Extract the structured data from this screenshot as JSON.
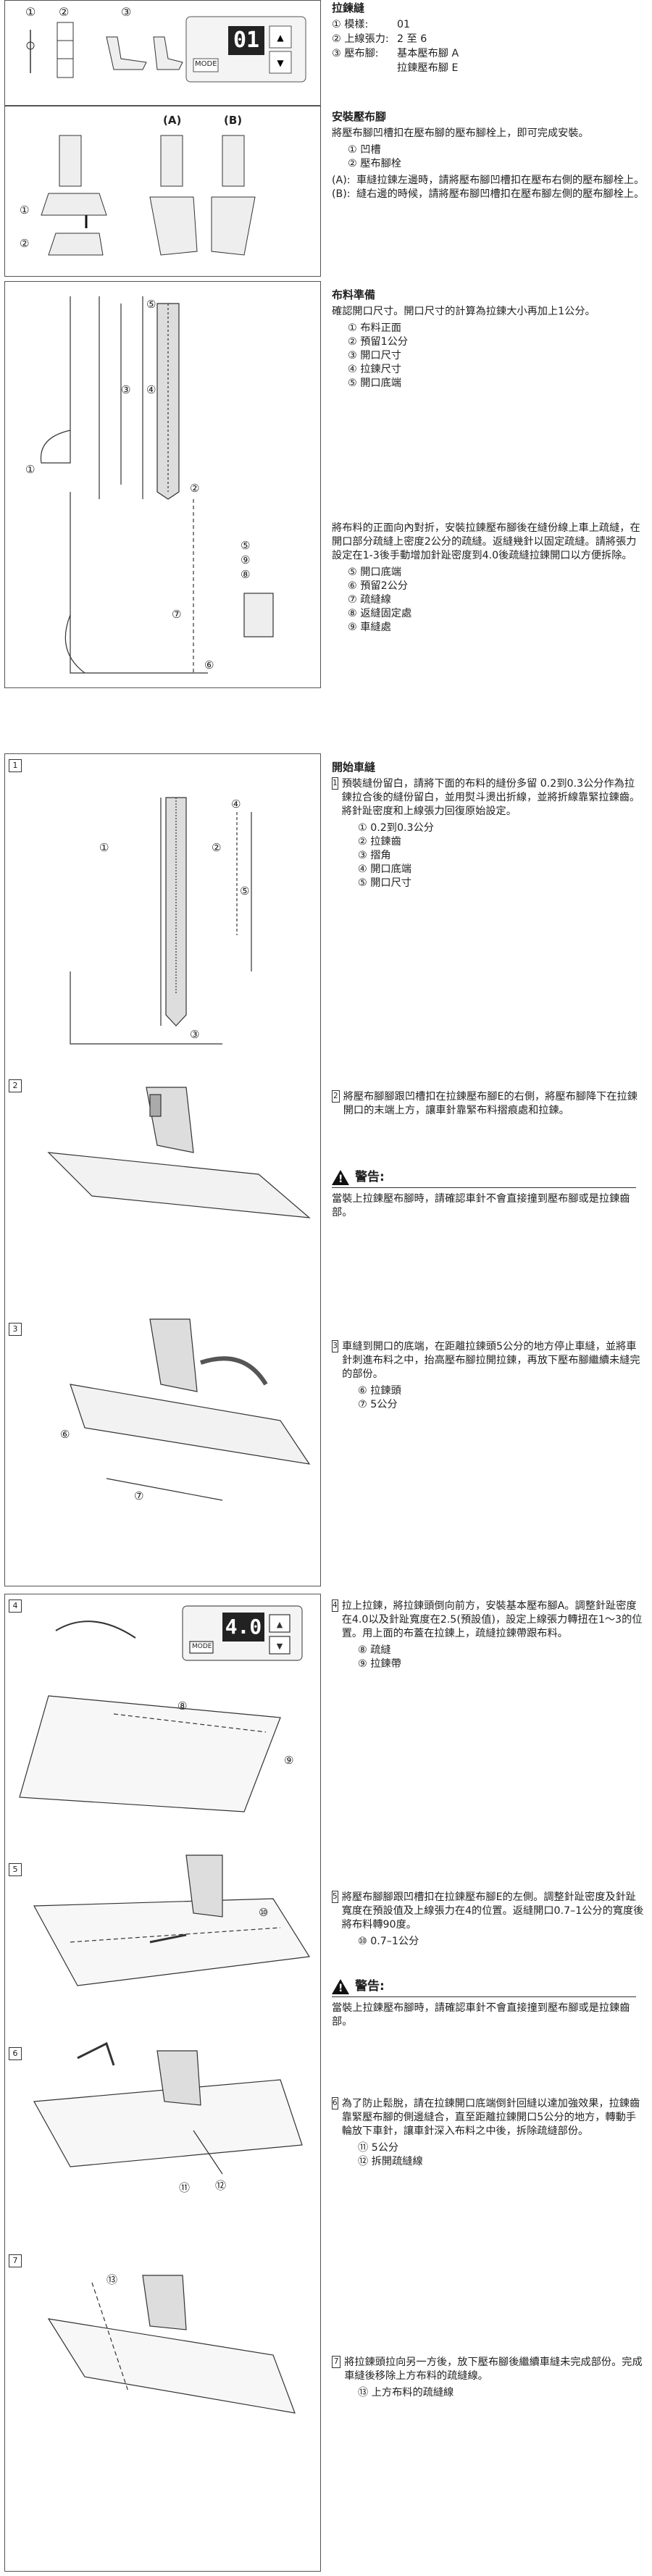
{
  "section": {
    "title": "拉鍊縫",
    "settings": [
      {
        "key": "① 模樣:",
        "value": "01"
      },
      {
        "key": "② 上線張力:",
        "value": "2 至 6"
      },
      {
        "key": "③ 壓布腳:",
        "value": "基本壓布腳 A"
      },
      {
        "key": "",
        "value": "拉鍊壓布腳 E"
      }
    ],
    "display_value": "01",
    "mode_label": "MODE"
  },
  "attach": {
    "title": "安裝壓布腳",
    "body": "將壓布腳凹槽扣在壓布腳的壓布腳栓上，即可完成安裝。",
    "items": [
      "① 凹槽",
      "② 壓布腳栓"
    ],
    "notes": [
      {
        "label": "(A):",
        "text": "車縫拉鍊左邊時，請將壓布腳凹槽扣在壓布右側的壓布腳栓上。"
      },
      {
        "label": "(B):",
        "text": "縫右邊的時候，請將壓布腳凹槽扣在壓布腳左側的壓布腳栓上。"
      }
    ],
    "fig_labels": [
      "(A)",
      "(B)"
    ]
  },
  "prep": {
    "title": "布料準備",
    "body": "確認開口尺寸。開口尺寸的計算為拉鍊大小再加上1公分。",
    "items": [
      "① 布料正面",
      "② 預留1公分",
      "③ 開口尺寸",
      "④ 拉鍊尺寸",
      "⑤ 開口底端"
    ],
    "body2": "將布料的正面向內對折，安裝拉鍊壓布腳後在縫份線上車上疏縫，在開口部分疏縫上密度2公分的疏縫。返縫幾針以固定疏縫。請將張力設定在1-3後手動增加針趾密度到4.0後疏縫拉鍊開口以方便拆除。",
    "items2": [
      "⑤ 開口底端",
      "⑥ 預留2公分",
      "⑦ 疏縫線",
      "⑧ 返縫固定處",
      "⑨ 車縫處"
    ]
  },
  "start": {
    "title": "開始車縫",
    "step1": "預裝縫份留白，請將下面的布料的縫份多留 0.2到0.3公分作為拉鍊拉合後的縫份留白，並用熨斗燙出折線，並將折線靠緊拉鍊齒。將針趾密度和上線張力回復原始設定。",
    "step1_items": [
      "① 0.2到0.3公分",
      "② 拉鍊齒",
      "③ 摺角",
      "④ 開口底端",
      "⑤ 開口尺寸"
    ],
    "step2": "將壓布腳腳跟凹槽扣在拉鍊壓布腳E的右側，將壓布腳降下在拉鍊開口的末端上方，讓車針靠緊布料摺痕處和拉鍊。",
    "warning_title": "警告:",
    "warning_text": "當裝上拉鍊壓布腳時，請確認車針不會直接撞到壓布腳或是拉鍊齒部。",
    "step3": "車縫到開口的底端，在距離拉鍊頭5公分的地方停止車縫，並將車針刺進布料之中，抬高壓布腳拉開拉鍊，再放下壓布腳繼續未縫完的部份。",
    "step3_items": [
      "⑥ 拉鍊頭",
      "⑦ 5公分"
    ],
    "step4": "拉上拉鍊，將拉鍊頭倒向前方，安裝基本壓布腳A。調整針趾密度在4.0以及針趾寬度在2.5(預設值)，設定上線張力轉扭在1～3的位置。用上面的布蓋在拉鍊上，疏縫拉鍊帶跟布料。",
    "step4_items": [
      "⑧ 疏縫",
      "⑨ 拉鍊帶"
    ],
    "step4_display": "4.0",
    "step5": "將壓布腳腳跟凹槽扣在拉鍊壓布腳E的左側。調整針趾密度及針趾寬度在預設值及上線張力在4的位置。返縫開口0.7–1公分的寬度後將布料轉90度。",
    "step5_items": [
      "⑩ 0.7–1公分"
    ],
    "warning2_title": "警告:",
    "warning2_text": "當裝上拉鍊壓布腳時，請確認車針不會直接撞到壓布腳或是拉鍊齒部。",
    "step6": "為了防止鬆脫，請在拉鍊開口底端倒針回縫以達加強效果，拉鍊齒靠緊壓布腳的側邊縫合，直至距離拉鍊開口5公分的地方，轉動手輪放下車針，讓車針深入布料之中後，拆除疏縫部份。",
    "step6_items": [
      "⑪ 5公分",
      "⑫ 拆開疏縫線"
    ],
    "step7": "將拉鍊頭拉向另一方後，放下壓布腳後繼續車縫未完成部份。完成車縫後移除上方布料的疏縫線。",
    "step7_items": [
      "⑬ 上方布料的疏縫線"
    ]
  },
  "steps": [
    "1",
    "2",
    "3",
    "4",
    "5",
    "6",
    "7"
  ],
  "fig_callouts": {
    "top": [
      "①",
      "②",
      "③"
    ],
    "prep": [
      "①",
      "②",
      "③",
      "④",
      "⑤"
    ],
    "prep2": [
      "⑤",
      "⑥",
      "⑦",
      "⑧",
      "⑨"
    ],
    "s1": [
      "①",
      "②",
      "③",
      "④",
      "⑤"
    ],
    "s3": [
      "⑥",
      "⑦"
    ],
    "s4": [
      "⑧",
      "⑨"
    ],
    "s5": [
      "⑩"
    ],
    "s6": [
      "⑪",
      "⑫"
    ],
    "s7": [
      "⑬"
    ]
  },
  "attach_fig_callouts": [
    "①",
    "②"
  ]
}
